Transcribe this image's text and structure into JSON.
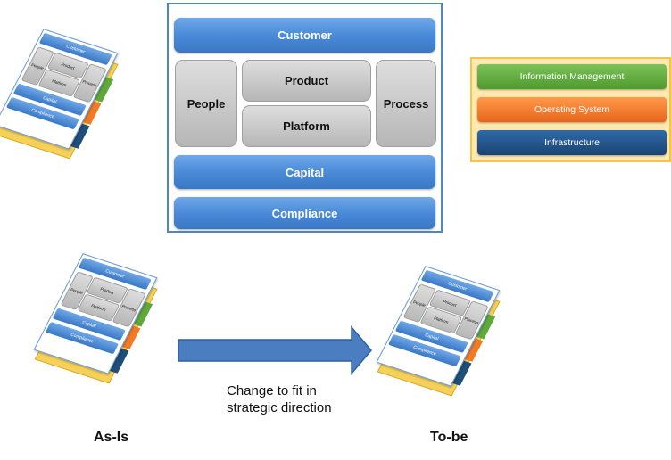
{
  "framework": {
    "customer": "Customer",
    "people": "People",
    "product": "Product",
    "platform": "Platform",
    "process": "Process",
    "capital": "Capital",
    "compliance": "Compliance"
  },
  "infrastructure": {
    "information_management": "Information Management",
    "operating_system": "Operating System",
    "infrastructure": "Infrastructure"
  },
  "transition": {
    "caption_line1": "Change to fit in",
    "caption_line2": "strategic direction",
    "as_is": "As-Is",
    "to_be": "To-be"
  },
  "colors": {
    "bar_blue": "#4a8ad8",
    "green": "#5fa83a",
    "orange": "#f07a26",
    "navy": "#1f4e79",
    "arrow_blue": "#4a7ec1",
    "frame_yellow": "#ffe9b0"
  }
}
